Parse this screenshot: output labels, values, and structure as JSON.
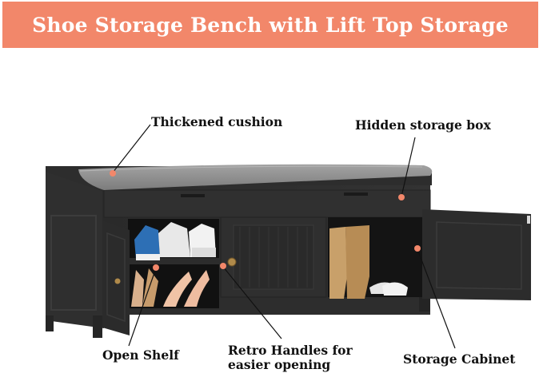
{
  "banner": {
    "title": "Shoe Storage Bench with Lift Top Storage",
    "color": "#f2876a"
  },
  "callouts": {
    "cushion": "Thickened cushion",
    "hidden_box": "Hidden storage box",
    "open_shelf": "Open Shelf",
    "retro_line1": "Retro Handles for",
    "retro_line2": "easier opening",
    "cabinet": "Storage Cabinet"
  },
  "colors": {
    "bench": "#2b2b2b",
    "cushion": "#8e8e8e",
    "leader_dot": "#f2876a"
  }
}
